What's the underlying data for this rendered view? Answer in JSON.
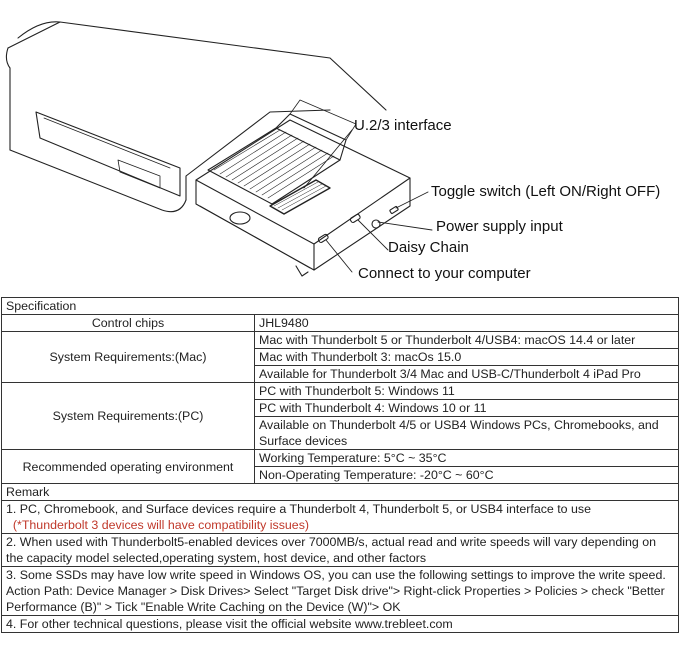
{
  "callouts": [
    {
      "id": "u23",
      "text": "U.2/3 interface"
    },
    {
      "id": "toggle",
      "text": "Toggle switch (Left ON/Right OFF)"
    },
    {
      "id": "power",
      "text": "Power supply input"
    },
    {
      "id": "daisy",
      "text": "Daisy Chain"
    },
    {
      "id": "computer",
      "text": "Connect to your computer"
    }
  ],
  "spec": {
    "title": "Specification",
    "rows": [
      {
        "label": "Control chips",
        "values": [
          "JHL9480"
        ]
      },
      {
        "label": "System Requirements:(Mac)",
        "values": [
          "Mac with Thunderbolt 5 or Thunderbolt 4/USB4: macOS 14.4 or later",
          "Mac with Thunderbolt 3: macOs 15.0",
          "Available for Thunderbolt 3/4 Mac and USB-C/Thunderbolt 4 iPad Pro"
        ]
      },
      {
        "label": "System Requirements:(PC)",
        "values": [
          "PC with Thunderbolt 5: Windows 11",
          "PC with Thunderbolt 4: Windows 10 or 11",
          "Available on Thunderbolt 4/5 or USB4 Windows PCs, Chromebooks, and Surface devices"
        ]
      },
      {
        "label": "Recommended operating environment",
        "values": [
          "Working Temperature: 5°C ~ 35°C",
          "Non-Operating Temperature: -20°C ~ 60°C"
        ]
      }
    ]
  },
  "remark": {
    "title": "Remark",
    "item1": "1. PC, Chromebook, and Surface devices require a Thunderbolt 4, Thunderbolt 5, or USB4 interface to use",
    "item1_note": "(*Thunderbolt 3 devices will have compatibility issues)",
    "item2": "2. When used with Thunderbolt5-enabled devices over 7000MB/s, actual read and write speeds will vary depending on the capacity model selected,operating system, host device, and other factors",
    "item3": "3. Some SSDs may have low write speed in Windows OS, you can use the following settings to improve the write speed. Action Path: Device Manager > Disk Drives> Select \"Target Disk drive\"> Right-click Properties > Policies > check \"Better Performance (B)\" > Tick \"Enable Write Caching on the Device (W)\"> OK",
    "item4": "4. For other technical questions, please visit the official website www.trebleet.com"
  },
  "colors": {
    "line": "#333333",
    "note_red": "#c0392b"
  }
}
